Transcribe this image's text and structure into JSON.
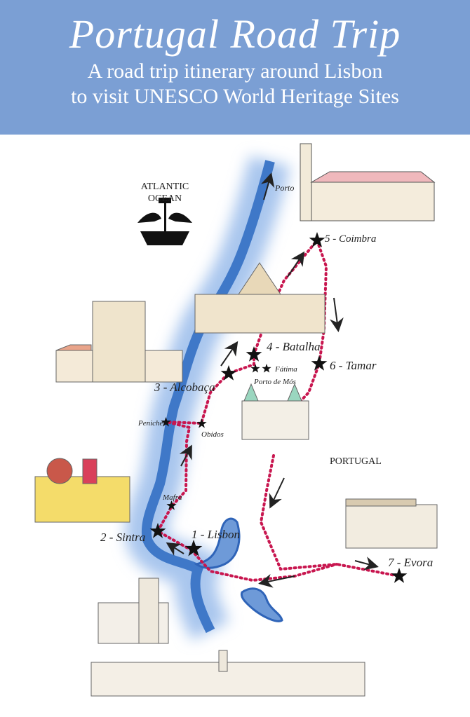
{
  "header": {
    "title": "Portugal Road Trip",
    "subtitle_line1": "A road trip itinerary around Lisbon",
    "subtitle_line2": "to visit UNESCO World Heritage Sites",
    "background_color": "#7b9fd4"
  },
  "map": {
    "ocean_label_line1": "ATLANTIC",
    "ocean_label_line2": "OCEAN",
    "country_label": "PORTUGAL",
    "direction_label": "Porto",
    "route_color": "#c8164f",
    "water_color": "#3f78c8",
    "stops": [
      {
        "label": "1 - Lisbon"
      },
      {
        "label": "2 - Sintra"
      },
      {
        "label": "3 - Alcobaça"
      },
      {
        "label": "4 - Batalha"
      },
      {
        "label": "5 - Coimbra"
      },
      {
        "label": "6 - Tamar"
      },
      {
        "label": "7 - Evora"
      }
    ],
    "minor_stops": [
      {
        "label": "Mafra"
      },
      {
        "label": "Peniche"
      },
      {
        "label": "Obidos"
      },
      {
        "label": "Fátima"
      },
      {
        "label": "Porto de Mós"
      }
    ]
  }
}
